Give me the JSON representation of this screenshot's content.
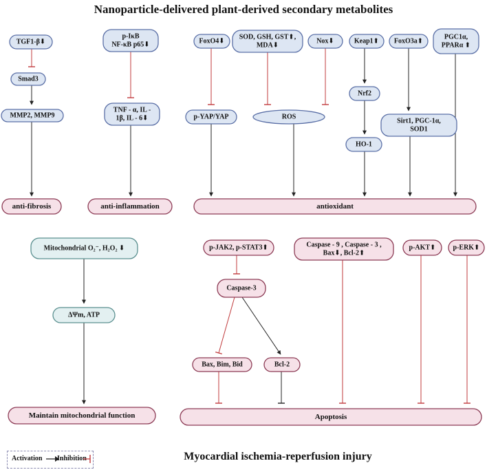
{
  "title": "Nanoparticle-delivered plant-derived secondary metabolites",
  "bottom_title": "Myocardial ischemia-reperfusion injury",
  "colors": {
    "blue_fill": "#dde6f3",
    "blue_stroke": "#5a6fa6",
    "teal_fill": "#e3f0f1",
    "teal_stroke": "#5a8f8f",
    "pink_fill": "#f6e1e8",
    "pink_stroke": "#8c3b55",
    "activation": "#222222",
    "inhibition": "#c0393b"
  },
  "legend": {
    "activation": "Activation",
    "inhibition": "Inhibition"
  },
  "nodes": {
    "tgf": {
      "lines": [
        "TGF1-β⬇"
      ]
    },
    "smad3": {
      "lines": [
        "Smad3"
      ]
    },
    "mmp": {
      "lines": [
        "MMP2, MMP9"
      ]
    },
    "pikb": {
      "lines": [
        "p-IκB",
        "NF-κB p65⬇"
      ]
    },
    "tnf": {
      "lines": [
        "TNF - α, IL -",
        "1β, IL - 6⬇"
      ]
    },
    "foxo4": {
      "lines": [
        "FoxO4⬇"
      ]
    },
    "sod": {
      "lines": [
        "SOD, GSH, GST⬆,",
        "MDA⬇"
      ]
    },
    "nox": {
      "lines": [
        "Nox⬇"
      ]
    },
    "keap1": {
      "lines": [
        "Keap1⬆"
      ]
    },
    "foxo3a": {
      "lines": [
        "FoxO3a⬆"
      ]
    },
    "pgc": {
      "lines": [
        "PGC1α,",
        "PPARα ⬆"
      ]
    },
    "pyap": {
      "lines": [
        "p-YAP/YAP"
      ]
    },
    "ros": {
      "lines": [
        "ROS"
      ]
    },
    "nrf2": {
      "lines": [
        "Nrf2"
      ]
    },
    "ho1": {
      "lines": [
        "HO-1"
      ]
    },
    "sirt1": {
      "lines": [
        "Sirt1, PGC-1α,",
        "SOD1"
      ]
    },
    "antifib": {
      "lines": [
        "anti-fibrosis"
      ]
    },
    "antiinf": {
      "lines": [
        "anti-inflammation"
      ]
    },
    "antiox": {
      "lines": [
        "antioxidant"
      ]
    },
    "mito": {
      "lines": [
        "Mitochondrial O₂⁻, H₂O₂ ⬇"
      ]
    },
    "dpsi": {
      "lines": [
        "ΔΨm, ATP"
      ]
    },
    "maintain": {
      "lines": [
        "Maintain mitochondrial function"
      ]
    },
    "pjak": {
      "lines": [
        "p-JAK2, p-STAT3⬆"
      ]
    },
    "casp3": {
      "lines": [
        "Caspase-3"
      ]
    },
    "bax": {
      "lines": [
        "Bax, Bim, Bid"
      ]
    },
    "bcl2": {
      "lines": [
        "Bcl-2"
      ]
    },
    "casp9": {
      "lines": [
        "Caspase - 9 , Caspase - 3 ,",
        "Bax⬇, Bcl-2⬆"
      ]
    },
    "pakt": {
      "lines": [
        "p-AKT⬆"
      ]
    },
    "perk": {
      "lines": [
        "p-ERK⬆"
      ]
    },
    "apoptosis": {
      "lines": [
        "Apoptosis"
      ]
    }
  }
}
